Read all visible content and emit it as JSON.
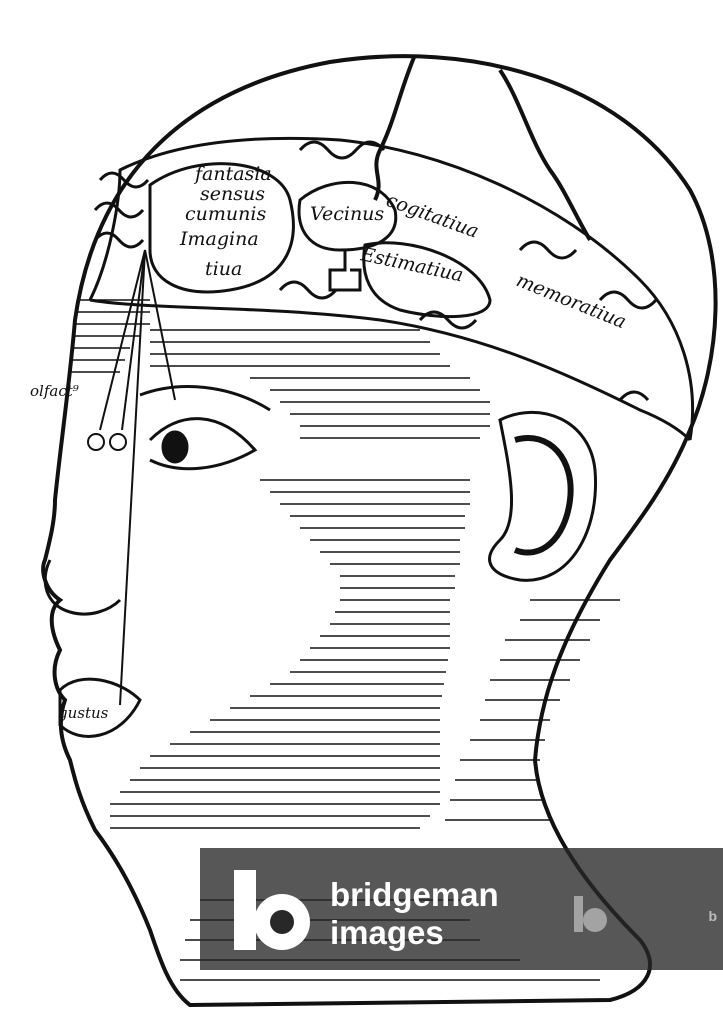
{
  "image": {
    "subject": "woodcut-head-brain-ventricles"
  },
  "labels": {
    "fantasia": "fantasia",
    "sensus": "sensus",
    "communis": "cumunis",
    "imaginativa_1": "Imagina",
    "imaginativa_2": "tiua",
    "vermis": "Vecinus",
    "cogitativa": "cogitatiua",
    "estimativa": "Estimatiua",
    "memorativa": "memoratiua",
    "olfactus": "olfact⁹",
    "gustus": "gustus"
  },
  "watermark": {
    "line1": "bridgeman",
    "line2": "images",
    "corner_mark": "b"
  }
}
